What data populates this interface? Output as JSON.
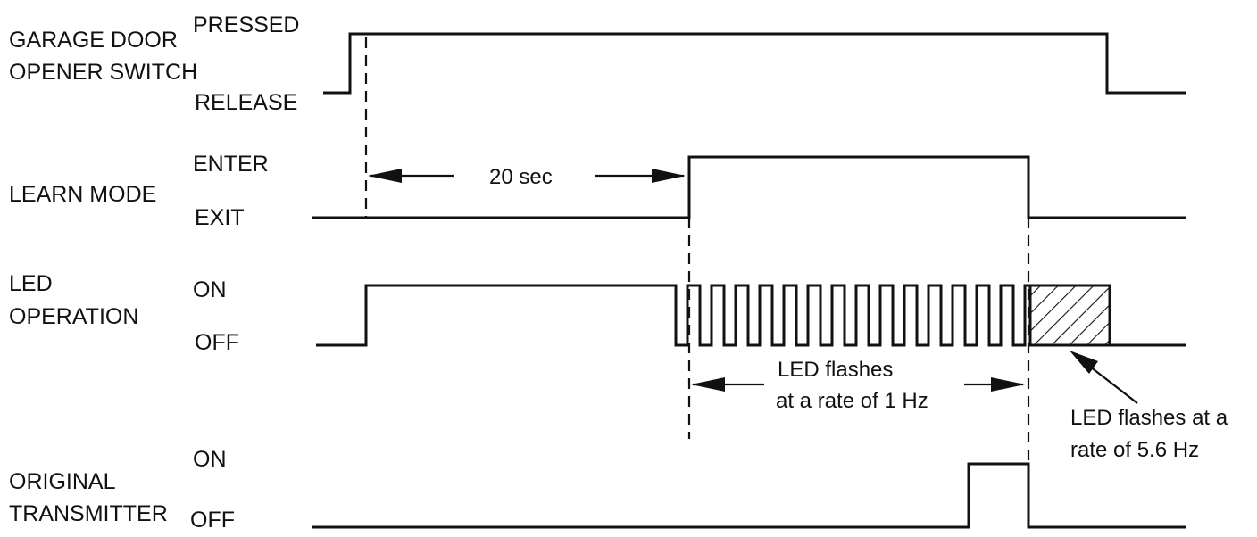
{
  "signals": [
    {
      "name_lines": [
        "GARAGE DOOR",
        "OPENER SWITCH"
      ],
      "high_label": "PRESSED",
      "low_label": "RELEASE"
    },
    {
      "name_lines": [
        "LEARN MODE"
      ],
      "high_label": "ENTER",
      "low_label": "EXIT"
    },
    {
      "name_lines": [
        "LED",
        "OPERATION"
      ],
      "high_label": "ON",
      "low_label": "OFF"
    },
    {
      "name_lines": [
        "ORIGINAL",
        "TRANSMITTER"
      ],
      "high_label": "ON",
      "low_label": "OFF"
    }
  ],
  "annotations": {
    "delay": "20 sec",
    "slow_flash": [
      "LED flashes",
      "at a rate of 1 Hz"
    ],
    "fast_flash": [
      "LED flashes at a",
      "rate of 5.6 Hz"
    ]
  }
}
